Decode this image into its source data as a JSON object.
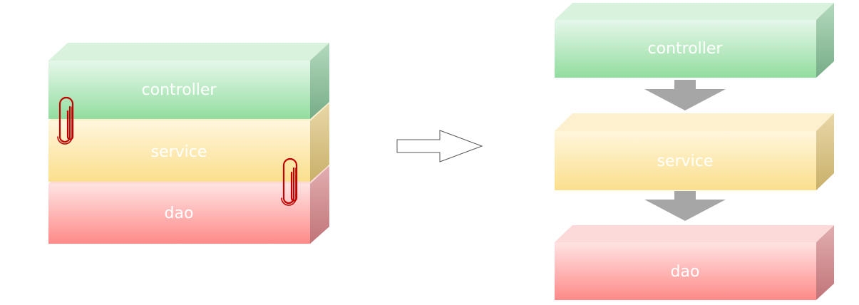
{
  "left_stack": {
    "layers": [
      {
        "label": "controller"
      },
      {
        "label": "service"
      },
      {
        "label": "dao"
      }
    ]
  },
  "right_stack": {
    "layers": [
      {
        "label": "controller"
      },
      {
        "label": "service"
      },
      {
        "label": "dao"
      }
    ]
  },
  "colors": {
    "controller_front_top": "#e6f7ea",
    "controller_front_bottom": "#92dd9f",
    "controller_top": "#d9f2de",
    "controller_side": "#7fb892",
    "service_front_top": "#fff6dc",
    "service_front_bottom": "#fbdf8d",
    "service_top": "#fdf0cf",
    "service_side": "#d9c387",
    "dao_front_top": "#ffe3e3",
    "dao_front_bottom": "#fd8a88",
    "dao_top": "#fcdada",
    "dao_side": "#d48c8f",
    "clip": "#c00000",
    "down_arrow": "#a6a6a6",
    "transition_arrow_stroke": "#595959"
  },
  "icons": {
    "clip": "paperclip-icon",
    "transition_arrow": "hollow-right-arrow-icon",
    "flow_arrow": "down-arrow-icon"
  }
}
